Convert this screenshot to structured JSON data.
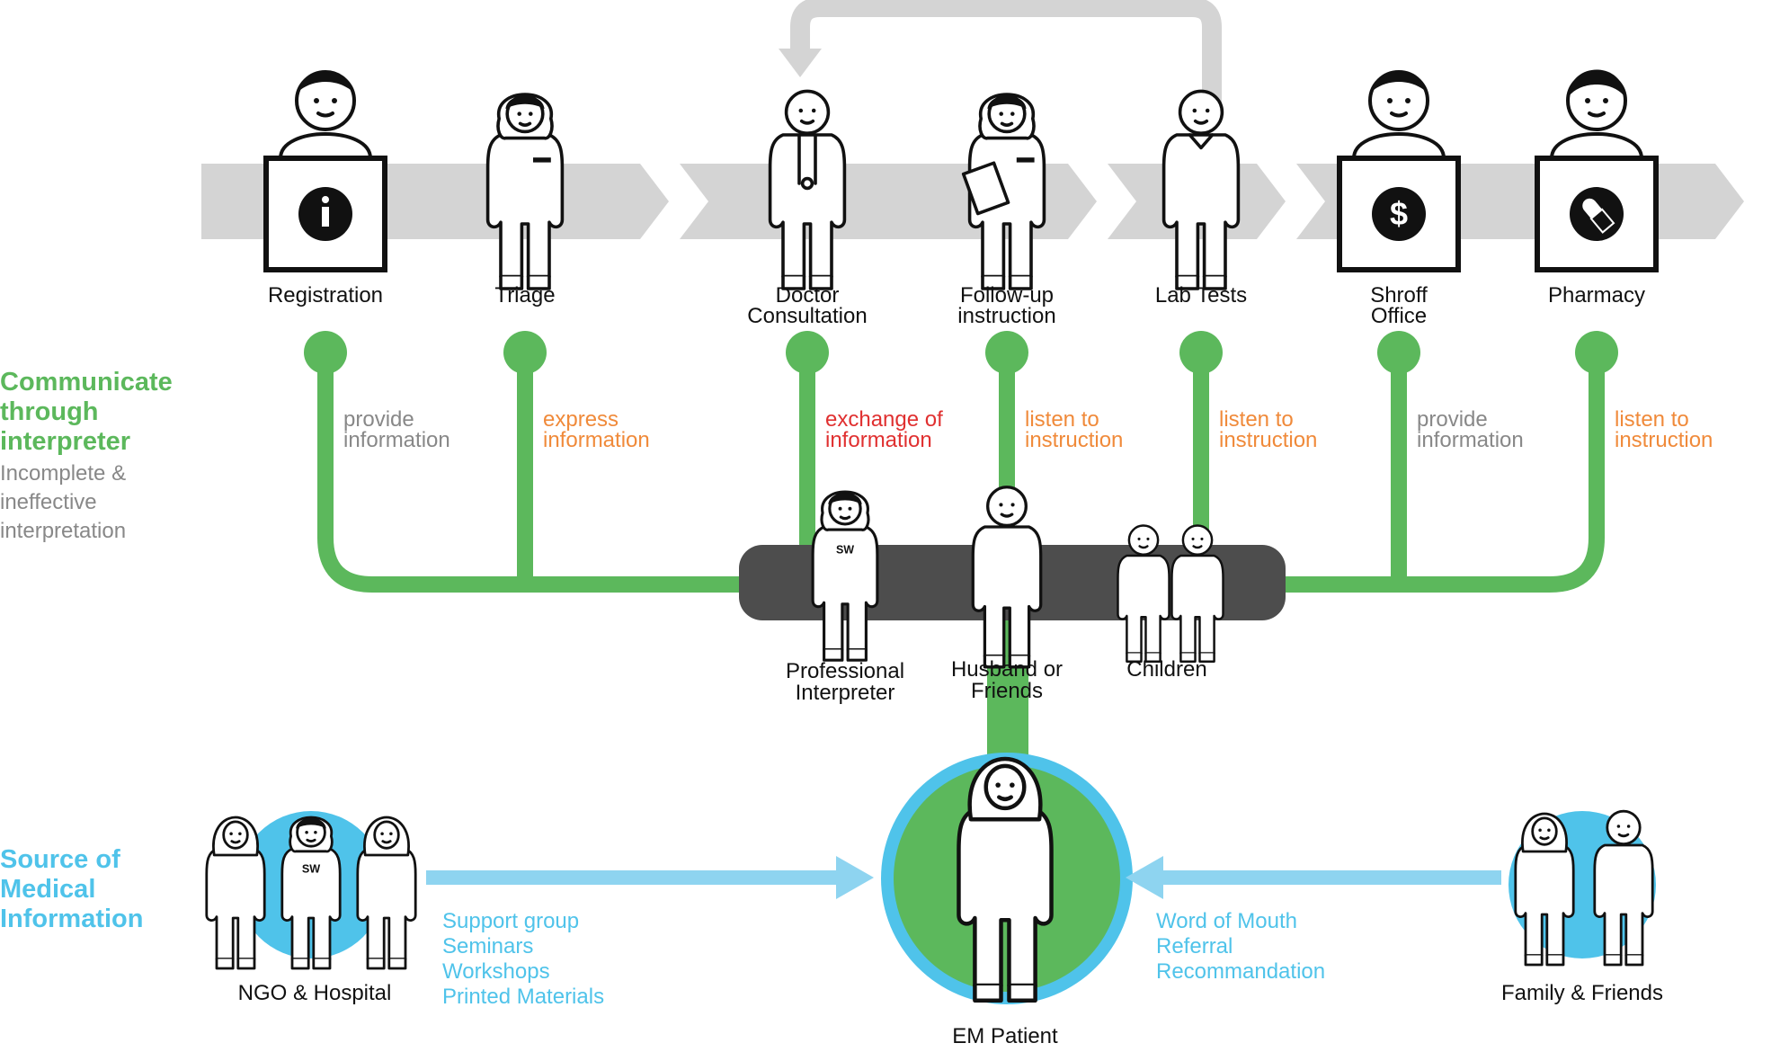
{
  "colors": {
    "green": "#5cb85c",
    "blue": "#4fc3ea",
    "grey_band": "#d4d4d4",
    "dark_bar": "#4d4d4d",
    "orange": "#f08a3a",
    "red": "#e03030",
    "grey_text": "#888888"
  },
  "stations": [
    {
      "label": [
        "Registration"
      ],
      "comm": [
        "provide",
        "information"
      ],
      "comm_color": "#888888",
      "icon": "info-icon"
    },
    {
      "label": [
        "Triage"
      ],
      "comm": [
        "express",
        "information"
      ],
      "comm_color": "#f08a3a",
      "icon": "nurse-icon"
    },
    {
      "label": [
        "Doctor",
        "Consultation"
      ],
      "comm": [
        "exchange of",
        "information"
      ],
      "comm_color": "#e03030",
      "icon": "doctor-icon"
    },
    {
      "label": [
        "Follow-up",
        "instruction"
      ],
      "comm": [
        "listen to",
        "instruction"
      ],
      "comm_color": "#f08a3a",
      "icon": "nurse-clipboard-icon"
    },
    {
      "label": [
        "Lab Tests"
      ],
      "comm": [
        "listen to",
        "instruction"
      ],
      "comm_color": "#f08a3a",
      "icon": "technician-icon"
    },
    {
      "label": [
        "Shroff",
        "Office"
      ],
      "comm": [
        "provide",
        "information"
      ],
      "comm_color": "#888888",
      "icon": "dollar-icon"
    },
    {
      "label": [
        "Pharmacy"
      ],
      "comm": [
        "listen to",
        "instruction"
      ],
      "comm_color": "#f08a3a",
      "icon": "pill-icon"
    }
  ],
  "communicate": {
    "heading": [
      "Communicate",
      "through",
      "interpreter"
    ],
    "subtext": [
      "Incomplete &",
      "ineffective",
      "interpretation"
    ]
  },
  "source": {
    "heading": [
      "Source of",
      "Medical",
      "Information"
    ]
  },
  "interpreters": [
    {
      "label": [
        "Professional",
        "Interpreter"
      ],
      "badge": "SW"
    },
    {
      "label": [
        "Husband or",
        "Friends"
      ]
    },
    {
      "label": [
        "Children"
      ]
    }
  ],
  "patient": {
    "label": "EM Patient"
  },
  "ngo": {
    "label": "NGO & Hospital",
    "badge": "SW",
    "channels": [
      "Support group",
      "Seminars",
      "Workshops",
      "Printed Materials"
    ]
  },
  "family": {
    "label": "Family & Friends",
    "channels": [
      "Word of Mouth",
      "Referral",
      "Recommandation"
    ]
  }
}
